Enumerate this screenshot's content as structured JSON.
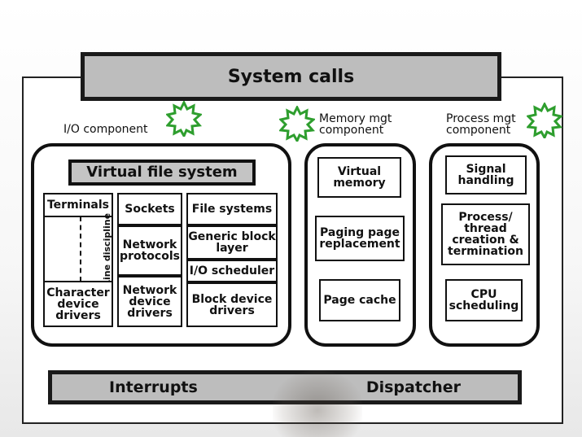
{
  "top_bar": "System calls",
  "bottom_bar": {
    "left": "Interrupts",
    "right": "Dispatcher"
  },
  "io": {
    "label": "I/O component",
    "vfs": "Virtual file system",
    "col1": {
      "terminals": "Terminals",
      "line_discipline": "Line discipline",
      "char_drivers": "Character device drivers"
    },
    "col2": {
      "sockets": "Sockets",
      "net_protocols": "Network protocols",
      "net_drivers": "Network device drivers"
    },
    "col3": {
      "file_systems": "File systems",
      "generic_block": "Generic block layer",
      "io_scheduler": "I/O scheduler",
      "block_drivers": "Block device drivers"
    }
  },
  "memory": {
    "label_line1": "Memory mgt",
    "label_line2": "component",
    "virtual_memory": "Virtual memory",
    "paging": "Paging page replacement",
    "page_cache": "Page cache"
  },
  "process": {
    "label_line1": "Process mgt",
    "label_line2": "component",
    "signal": "Signal handling",
    "lifecycle": "Process/ thread creation & termination",
    "cpu": "CPU scheduling"
  },
  "colors": {
    "bar_fill": "#bdbdbd",
    "star": "#2e9e2e",
    "outline": "#111111"
  },
  "icons": [
    "highlight-star-icon",
    "highlight-star-icon",
    "highlight-star-icon"
  ]
}
